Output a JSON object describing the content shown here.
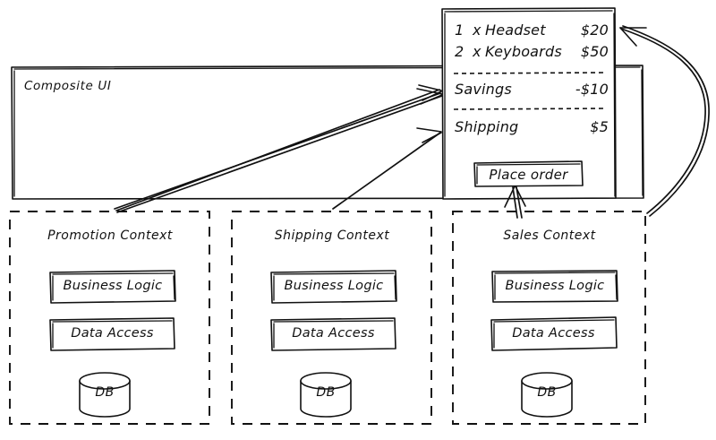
{
  "diagram": {
    "title_text": "Composite UI",
    "composite_ui": {
      "label": "Composite UI"
    },
    "cart_panel": {
      "items": [
        {
          "qty": "1",
          "sep": "x",
          "name": "Headset",
          "amount": "$20"
        },
        {
          "qty": "2",
          "sep": "x",
          "name": "Keyboards",
          "amount": "$50"
        }
      ],
      "rows": [
        {
          "label": "Savings",
          "amount": "-$10"
        },
        {
          "label": "Shipping",
          "amount": "$5"
        }
      ],
      "button_label": "Place order"
    },
    "contexts": [
      {
        "title": "Promotion Context",
        "business_logic": "Business Logic",
        "data_access": "Data Access",
        "db": "DB"
      },
      {
        "title": "Shipping Context",
        "business_logic": "Business Logic",
        "data_access": "Data Access",
        "db": "DB"
      },
      {
        "title": "Sales Context",
        "business_logic": "Business Logic",
        "data_access": "Data Access",
        "db": "DB"
      }
    ],
    "colors": {
      "ink": "#111111",
      "paper": "#ffffff"
    }
  }
}
